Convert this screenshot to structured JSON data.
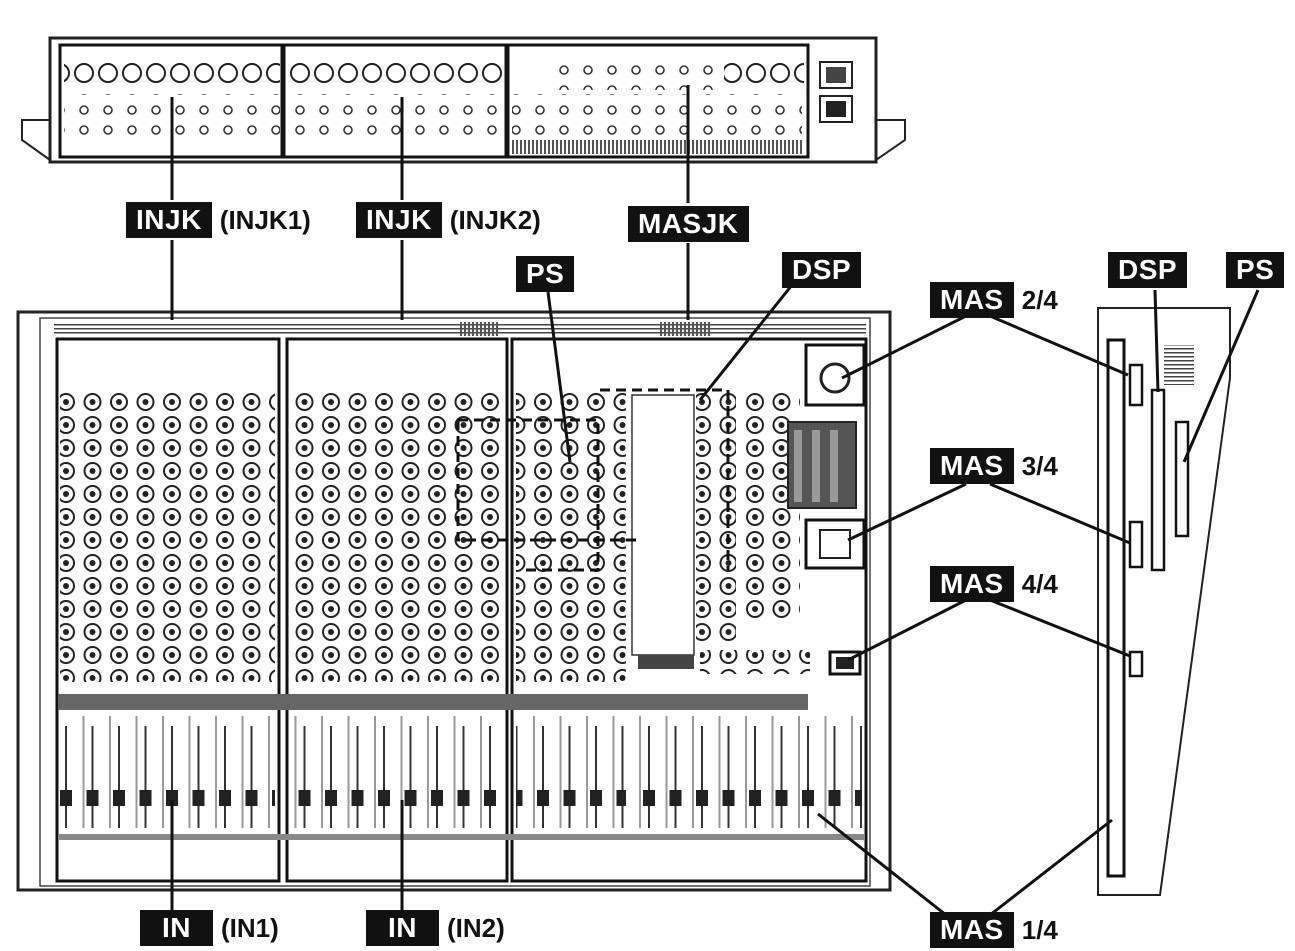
{
  "labels": {
    "injk1": {
      "tag": "INJK",
      "sub": "(INJK1)"
    },
    "injk2": {
      "tag": "INJK",
      "sub": "(INJK2)"
    },
    "masjk": {
      "tag": "MASJK"
    },
    "ps_front": {
      "tag": "PS"
    },
    "dsp_front": {
      "tag": "DSP"
    },
    "dsp_side": {
      "tag": "DSP"
    },
    "ps_side": {
      "tag": "PS"
    },
    "mas2": {
      "tag": "MAS",
      "sub": "2/4"
    },
    "mas3": {
      "tag": "MAS",
      "sub": "3/4"
    },
    "mas4": {
      "tag": "MAS",
      "sub": "4/4"
    },
    "mas1": {
      "tag": "MAS",
      "sub": "1/4"
    },
    "in1": {
      "tag": "IN",
      "sub": "(IN1)"
    },
    "in2": {
      "tag": "IN",
      "sub": "(IN2)"
    }
  }
}
